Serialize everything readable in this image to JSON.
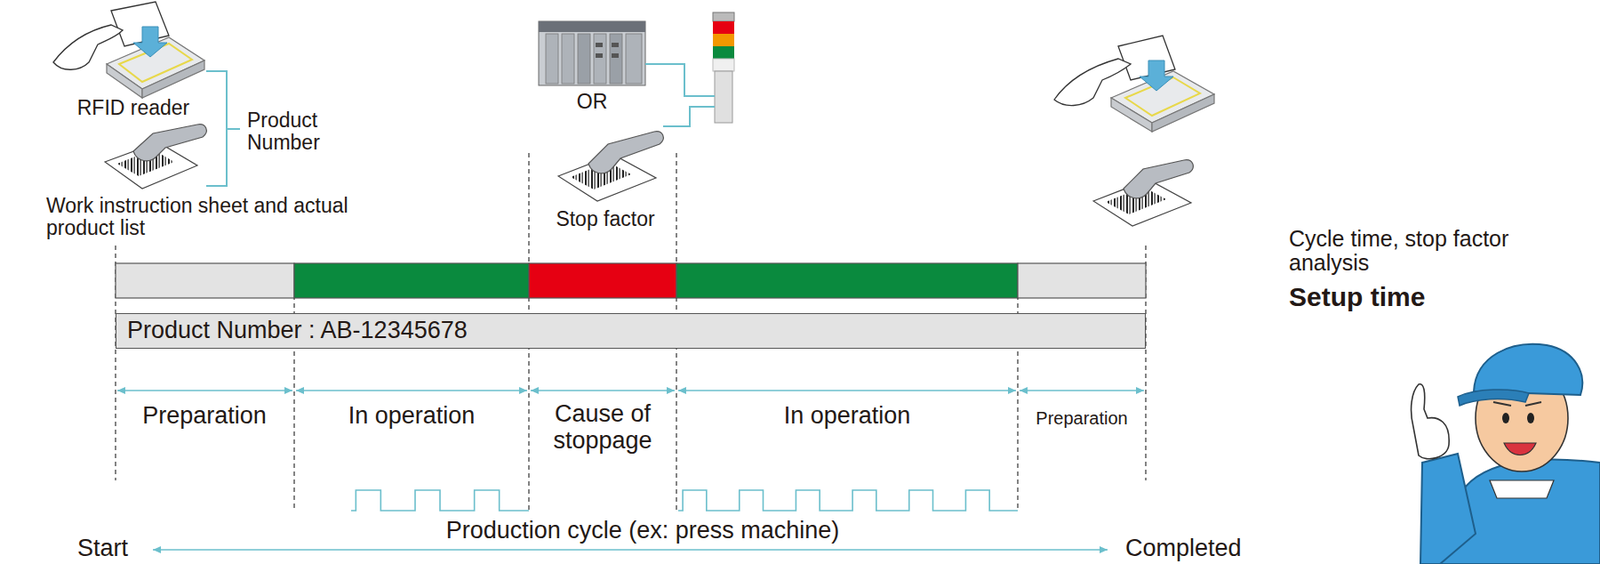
{
  "diagram": {
    "nodes": [
      {
        "text": [
          "Product Number : AB-12345678"
        ]
      }
    ],
    "labels": [
      "RFID reader",
      "Product Number",
      "Work instruction sheet and actual product list",
      "OR",
      "Stop factor",
      "Cycle time, stop factor analysis",
      "Setup time",
      "Preparation",
      "In operation",
      "Cause of stoppage",
      "In operation",
      "Preparation",
      "Production cycle (ex: press machine)",
      "Start",
      "Completed"
    ]
  }
}
